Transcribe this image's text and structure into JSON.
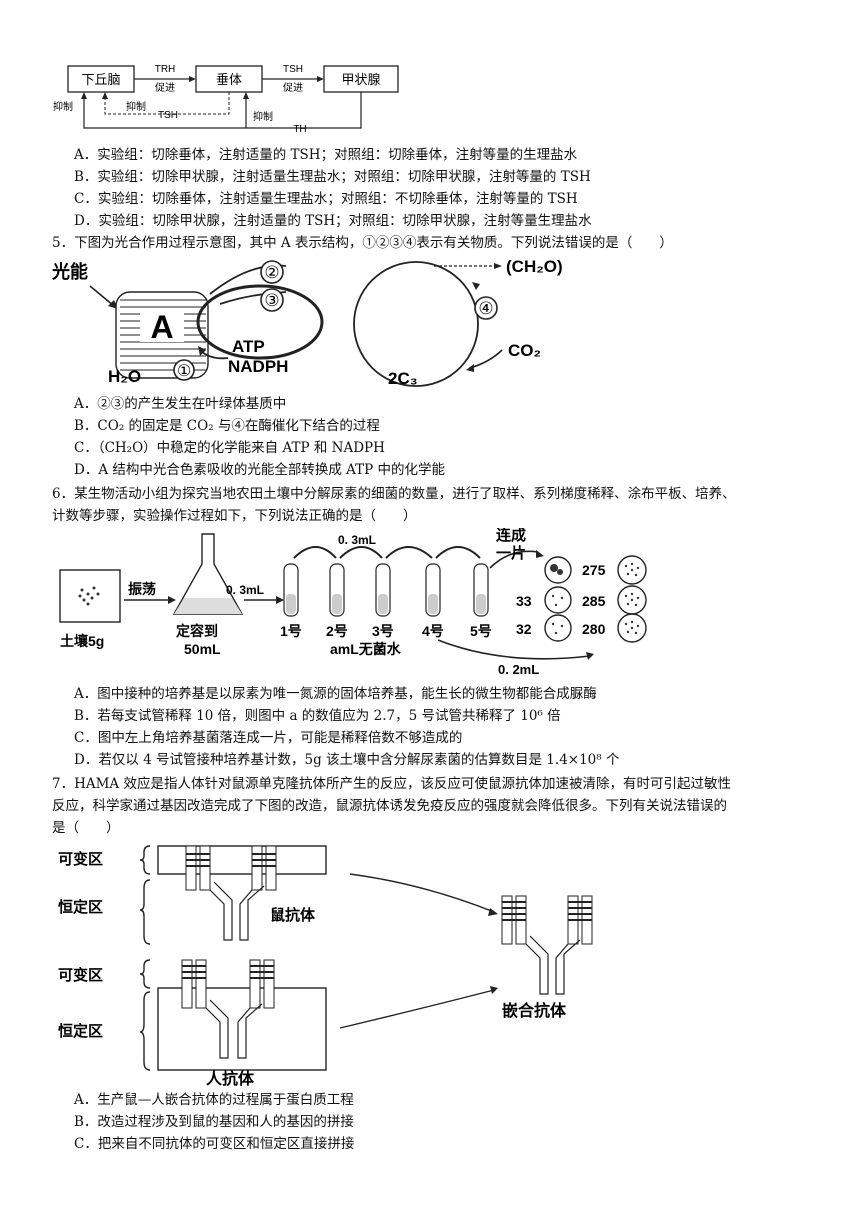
{
  "fig4": {
    "box1": "下丘脑",
    "box2": "垂体",
    "box3": "甲状腺",
    "trh": "TRH",
    "promote": "促进",
    "tsh": "TSH",
    "inhibit": "抑制",
    "th": "TH"
  },
  "q4_options": [
    "A．实验组：切除垂体，注射适量的 TSH；对照组：切除垂体，注射等量的生理盐水",
    "B．实验组：切除甲状腺，注射适量生理盐水；对照组：切除甲状腺，注射等量的 TSH",
    "C．实验组：切除垂体，注射适量生理盐水；对照组：不切除垂体，注射等量的 TSH",
    "D．实验组：切除甲状腺，注射适量的 TSH；对照组：切除甲状腺，注射等量生理盐水"
  ],
  "q5": {
    "stem": "5．下图为光合作用过程示意图，其中 A 表示结构，①②③④表示有关物质。下列说法错误的是（　　）",
    "fig": {
      "light": "光能",
      "A": "A",
      "c2": "②",
      "c3": "③",
      "c4": "④",
      "c1": "①",
      "atp": "ATP",
      "nadph": "NADPH",
      "h2o": "H₂O",
      "ch2o": "(CH₂O)",
      "co2": "CO₂",
      "c3mol": "2C₃"
    },
    "options": [
      "A．②③的产生发生在叶绿体基质中",
      "B．CO₂ 的固定是 CO₂ 与④在酶催化下结合的过程",
      "C．（CH₂O）中稳定的化学能来自 ATP 和 NADPH",
      "D．A 结构中光合色素吸收的光能全部转换成 ATP 中的化学能"
    ]
  },
  "q6": {
    "stem1": "6．某生物活动小组为探究当地农田土壤中分解尿素的细菌的数量，进行了取样、系列梯度稀释、涂布平板、培养、",
    "stem2": "计数等步骤，实验操作过程如下，下列说法正确的是（　　）",
    "fig": {
      "soil": "土壤5g",
      "shake": "振荡",
      "v1": "0. 3mL",
      "v2": "0. 3mL",
      "flask": "定容到",
      "flask2": "50mL",
      "tubes": [
        "1号",
        "2号",
        "3号",
        "4号",
        "5号"
      ],
      "water": "amL无菌水",
      "v3": "0. 2mL",
      "merge1": "连成",
      "merge2": "一片",
      "counts": [
        "275",
        "33",
        "285",
        "32",
        "280"
      ]
    },
    "options": [
      "A．图中接种的培养基是以尿素为唯一氮源的固体培养基，能生长的微生物都能合成脲酶",
      "B．若每支试管稀释 10 倍，则图中 a 的数值应为 2.7，5 号试管共稀释了 10⁶ 倍",
      "C．图中左上角培养基菌落连成一片，可能是稀释倍数不够造成的",
      "D．若仅以 4 号试管接种培养基计数，5g 该土壤中含分解尿素菌的估算数目是 1.4×10⁸ 个"
    ]
  },
  "q7": {
    "stem1": "7．HAMA 效应是指人体针对鼠源单克隆抗体所产生的反应，该反应可使鼠源抗体加速被清除，有时可引起过敏性",
    "stem2": "反应，科学家通过基因改造完成了下图的改造，鼠源抗体诱发免疫反应的强度就会降低很多。下列有关说法错误的",
    "stem3": "是（　　）",
    "fig": {
      "var": "可变区",
      "const": "恒定区",
      "mouse": "鼠抗体",
      "human": "人抗体",
      "chimeric": "嵌合抗体"
    },
    "options": [
      "A．生产鼠—人嵌合抗体的过程属于蛋白质工程",
      "B．改造过程涉及到鼠的基因和人的基因的拼接",
      "C．把来自不同抗体的可变区和恒定区直接拼接"
    ]
  }
}
